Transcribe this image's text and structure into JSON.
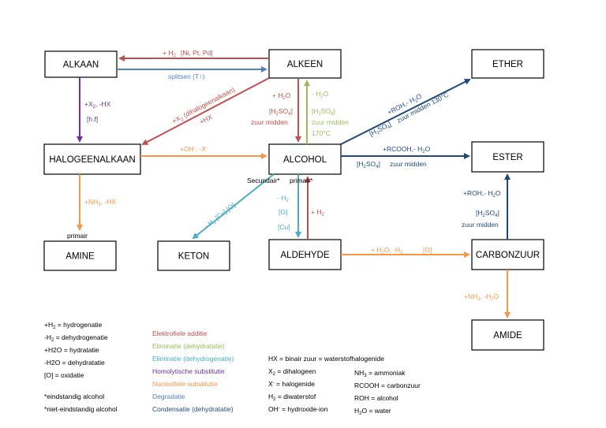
{
  "colors": {
    "red": "#c0504d",
    "blue_light": "#4f81bd",
    "green": "#9bbb59",
    "purple": "#7030a0",
    "orange": "#f79646",
    "cyan": "#4bacc6",
    "navy": "#1f497d",
    "black": "#000000"
  },
  "boxes": {
    "alkaan": "ALKAAN",
    "alkeen": "ALKEEN",
    "ether": "ETHER",
    "halogeenalkaan": "HALOGEENALKAAN",
    "alcohol": "ALCOHOL",
    "ester": "ESTER",
    "amine": "AMINE",
    "keton": "KETON",
    "aldehyde": "ALDEHYDE",
    "carbonzuur": "CARBONZUUR",
    "amide": "AMIDE"
  },
  "labels": {
    "h2": "+ H",
    "h2_sub": "2",
    "ni_pt_pd": "[Ni, Pt, Pd]",
    "splitsen": "splitsen (T↑)",
    "x2_hx_a": "+X",
    "x2_hx_sub": "2",
    "x2_hx_b": ", -HX",
    "hf": "[h.f]",
    "x2_dihalo_a": "+X",
    "x2_dihalo_sub": "2",
    "x2_dihalo_b": " (dihalogeenalkaan)",
    "plus_hx": "+HX",
    "h2o_add": "+ H",
    "h2o_add_sub": "2",
    "h2o_add_b": "O",
    "h2so4_a": "[H",
    "h2so4_sub1": "2",
    "h2so4_b": "SO",
    "h2so4_sub2": "4",
    "h2so4_c": "]",
    "zuur_midden": "zuur midden",
    "minus_h2o_a": "- H",
    "minus_h2o_sub": "2",
    "minus_h2o_b": "O",
    "temp_170": "170°C",
    "roh_h2o": "+ROH,- H",
    "roh_h2o_sub": "2",
    "roh_h2o_b": "O",
    "zuur_midden_130": "zuur midden  130°C",
    "oh_x_a": "+OH",
    "oh_x_sup1": "-",
    "oh_x_b": ", -X",
    "oh_x_sup2": "-",
    "rcooh_h2o": "+RCOOH,- H",
    "rcooh_h2o_sub": "2",
    "rcooh_h2o_b": "O",
    "zuur_midden_ester": "zuur midden",
    "nh3_hx_a": "+NH",
    "nh3_hx_sub": "3",
    "nh3_hx_b": ", -HX",
    "primair_amine": "primair",
    "secundair": "Secundair*",
    "primair_alc": "primair*",
    "keton_a": "- H",
    "keton_sub": "2",
    "keton_b": " [Cu]   [O]",
    "ald_h2_a": "- H",
    "ald_h2_sub": "2",
    "ald_o": "[O]",
    "ald_cu": "[Cu]",
    "plus_h2_alc_a": "+ H",
    "plus_h2_alc_sub": "2",
    "ox_a": "+ H",
    "ox_sub1": "2",
    "ox_b": "O, -H",
    "ox_sub2": "2",
    "ox_o": "[O]",
    "roh_ester": "+ROH,- H",
    "roh_ester_sub": "2",
    "roh_ester_b": "O",
    "zuur_midden_ester2": "zuur midden",
    "nh3_h2o_a": "+NH",
    "nh3_h2o_sub": "3",
    "nh3_h2o_b": ", -H",
    "nh3_h2o_sub2": "2",
    "nh3_h2o_c": "O"
  },
  "legend": {
    "hydro": {
      "a": "+H",
      "sub": "2",
      "b": " = hydrogenatie"
    },
    "dehydro": {
      "a": "-H",
      "sub": "2",
      "b": " = dehydrogenatie"
    },
    "hydratatie": "+H2O = hydratatie",
    "dehydratatie": "-H2O = dehydratatie",
    "oxidatie": "[O] = oxidatie",
    "eindstandig": "*eindstandig alcohol",
    "niet_eindstandig": "*niet-eindstandig alcohol",
    "elektrofiele": "Elektrofiele additie",
    "eliminatie_groen": "Eliminatie (dehydratatie)",
    "eliminatie_cyaan": "Eliminatie (dehydrogenatie)",
    "homolytische": "Homolytische substitutie",
    "nucleofiele": "Nucleofiele substitutie",
    "degradatie": "Degradatie",
    "condensatie": "Condensatie (dehydratatie)",
    "hx": "HX = binair zuur = waterstofhalogenide",
    "x2": {
      "a": "X",
      "sub": "2",
      "b": " = dihalogeen"
    },
    "x_min": {
      "a": "X",
      "sup": "-",
      "b": " = halogenide"
    },
    "h2_di": {
      "a": "H",
      "sub": "2",
      "b": " = diwaterstof"
    },
    "oh_min": {
      "a": "OH",
      "sup": "-",
      "b": " = hydroxide-ion"
    },
    "nh3": {
      "a": "NH",
      "sub": "3",
      "b": " = ammoniak"
    },
    "rcooh": "RCOOH = carbonzuur",
    "roh": "ROH = alcohol",
    "h2o": {
      "a": "H",
      "sub": "2",
      "b": "O = water"
    }
  }
}
